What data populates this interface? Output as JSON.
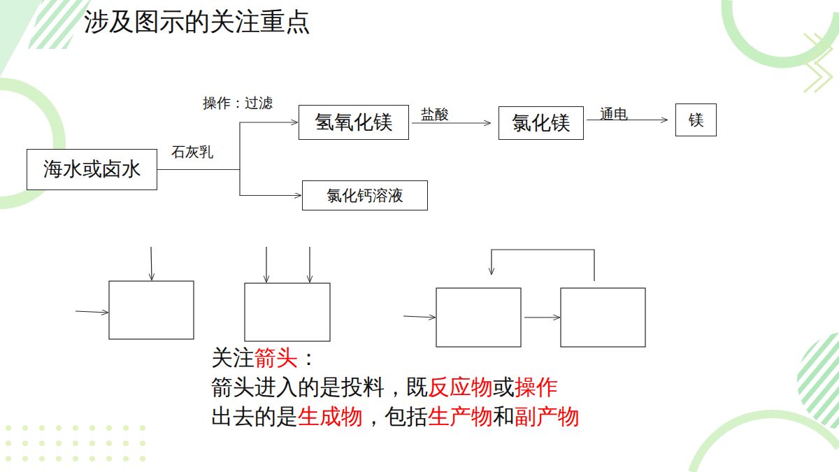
{
  "diagram": {
    "title": "涉及图示的关注重点",
    "nodes": [
      {
        "text": [
          "海水或卤水"
        ]
      },
      {
        "text": [
          "氢氧化镁"
        ]
      },
      {
        "text": [
          "氯化镁"
        ]
      },
      {
        "text": [
          "镁"
        ]
      },
      {
        "text": [
          "氯化钙溶液"
        ]
      }
    ],
    "edges": [
      {
        "from": 0,
        "to": 1,
        "arrow": "to",
        "label": "操作：过滤"
      },
      {
        "from": 0,
        "to": 4,
        "arrow": "to"
      },
      {
        "from": 1,
        "to": 2,
        "arrow": "to",
        "label": "盐酸"
      },
      {
        "from": 2,
        "to": 3,
        "arrow": "to",
        "label": "通电"
      }
    ],
    "labels": [
      "石灰乳",
      "关注",
      "箭头",
      "：",
      "箭头进入的是投料，既",
      "反应物",
      "或",
      "操作",
      "出去的是",
      "生成物",
      "，包括",
      "生产物",
      "和",
      "副产物"
    ]
  }
}
